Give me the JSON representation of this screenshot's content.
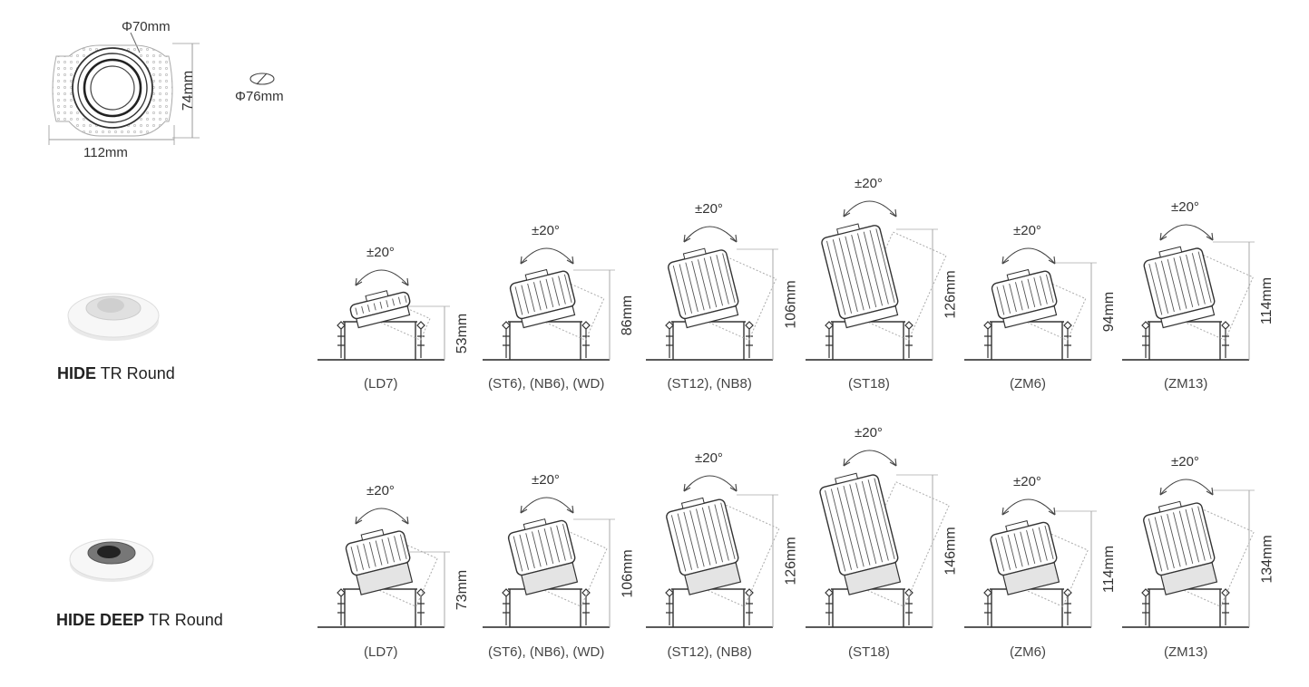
{
  "top_drawing": {
    "outer_diameter": "Φ70mm",
    "height": "74mm",
    "width": "112mm",
    "cutout_diameter": "Φ76mm"
  },
  "rows": [
    {
      "title_bold": "HIDE",
      "title_rest": " TR Round",
      "variants": [
        {
          "caption": "(LD7)",
          "angle": "±20°",
          "height": "53mm"
        },
        {
          "caption": "(ST6), (NB6), (WD)",
          "angle": "±20°",
          "height": "86mm"
        },
        {
          "caption": "(ST12), (NB8)",
          "angle": "±20°",
          "height": "106mm"
        },
        {
          "caption": "(ST18)",
          "angle": "±20°",
          "height": "126mm"
        },
        {
          "caption": "(ZM6)",
          "angle": "±20°",
          "height": "94mm"
        },
        {
          "caption": "(ZM13)",
          "angle": "±20°",
          "height": "114mm"
        }
      ]
    },
    {
      "title_bold": "HIDE DEEP",
      "title_rest": " TR Round",
      "variants": [
        {
          "caption": "(LD7)",
          "angle": "±20°",
          "height": "73mm"
        },
        {
          "caption": "(ST6), (NB6), (WD)",
          "angle": "±20°",
          "height": "106mm"
        },
        {
          "caption": "(ST12), (NB8)",
          "angle": "±20°",
          "height": "126mm"
        },
        {
          "caption": "(ST18)",
          "angle": "±20°",
          "height": "146mm"
        },
        {
          "caption": "(ZM6)",
          "angle": "±20°",
          "height": "114mm"
        },
        {
          "caption": "(ZM13)",
          "angle": "±20°",
          "height": "134mm"
        }
      ]
    }
  ]
}
